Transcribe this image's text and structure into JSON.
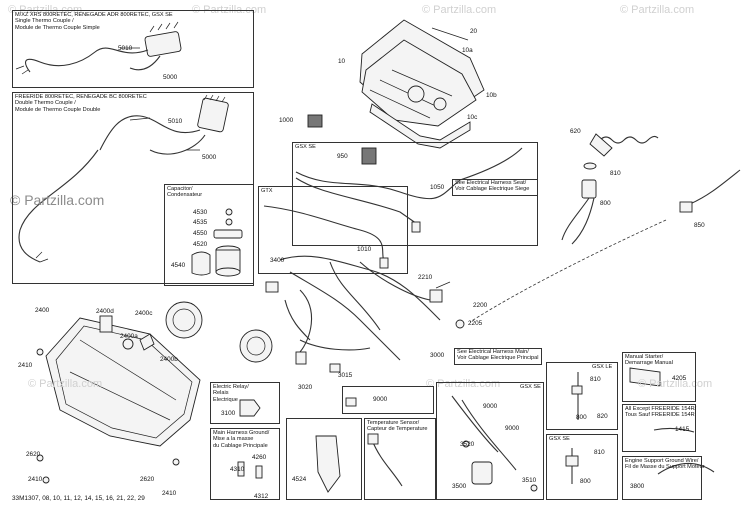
{
  "watermarks": [
    "© Partzilla.com",
    "© Partzilla.com",
    "© Partzilla.com",
    "© Partzilla.com",
    "© Partzilla.com",
    "© Partzilla.com",
    "© Partzilla.com",
    "© Partzilla.com"
  ],
  "diagram_code": "33M1307, 08, 10, 11, 12, 14, 15, 16, 21, 22, 29",
  "boxes": {
    "single_thermo": "M/XZ XRS 800RETEC, RENEGADE ADR 800RETEC, GSX SE\nSingle Thermo Couple /\nModule de Thermo Couple Simple",
    "double_thermo": "FREERIDE 800RETEC, RENEGADE BC 800RETEC\nDouble Thermo Couple /\nModule de Thermo Couple Double",
    "capacitor": "Capacitor/\nCondensateur",
    "gsx_se_top": "GSX SE",
    "gtx": "GTX",
    "harness_seat": "See Electrical Harness Seat/\nVoir Cablage Electrique Siege",
    "harness_main": "See Electrical Harness Main/\nVoir Cablage Electrique Principal",
    "gsx_le": "GSX LE",
    "gsx_se_mid": "GSX SE",
    "gsx_se_low": "GSX SE",
    "manual_starter": "Manual Starter/\nDemarrage Manual",
    "all_except": "All Except FREERIDE 154R/\nTous Sauf FREERIDE 154R",
    "engine_ground": "Engine Support Ground Wire/\nFil de Masse du Support Moteur",
    "electric_relay": "Electric Relay/\nRelais\nElectrique",
    "main_ground": "Main Harness Ground/\nMise a la masse\ndu Cablage Principale",
    "temp_sensor": "Temperature Sensor/\nCapteur de Temperature"
  },
  "labels": [
    "5010",
    "5000",
    "5010",
    "5000",
    "20",
    "10a",
    "10",
    "10b",
    "10c",
    "1000",
    "950",
    "1050",
    "620",
    "810",
    "800",
    "850",
    "4530",
    "4535",
    "4550",
    "4520",
    "4540",
    "1010",
    "2210",
    "3400",
    "2200",
    "2205",
    "2400",
    "2400d",
    "2400c",
    "2400a",
    "2400b",
    "2410",
    "3015",
    "3020",
    "3000",
    "4205",
    "810",
    "800",
    "820",
    "1415",
    "3800",
    "3100",
    "9000",
    "9000",
    "9000",
    "3520",
    "3510",
    "3500",
    "810",
    "800",
    "4524",
    "4260",
    "4310",
    "4312",
    "2620",
    "2620",
    "2410",
    "2410"
  ]
}
